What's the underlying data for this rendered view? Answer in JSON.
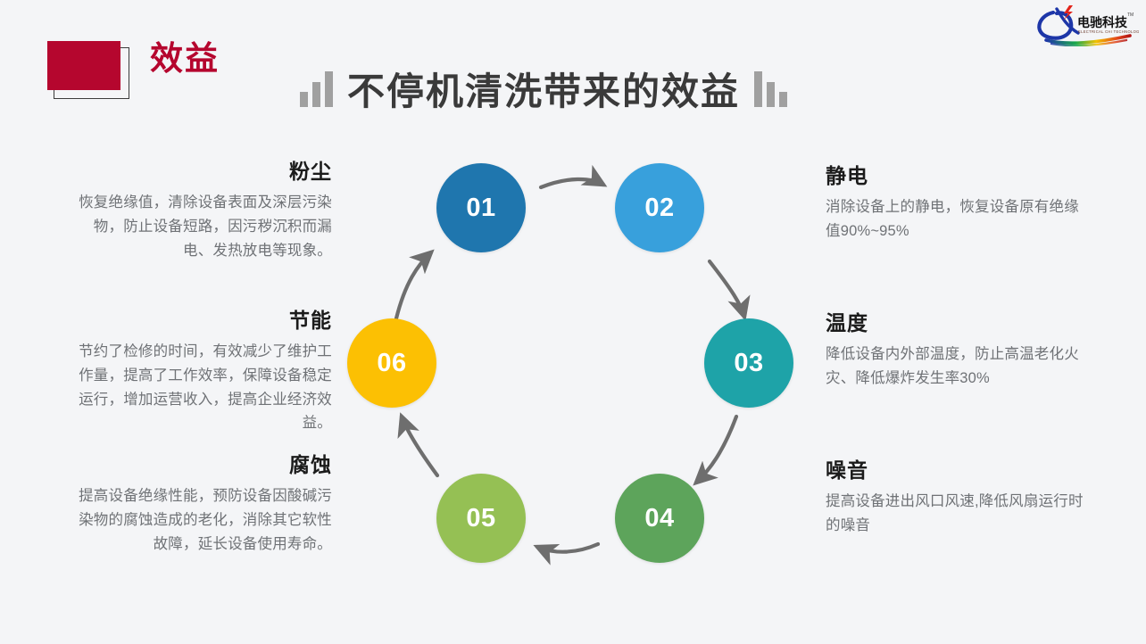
{
  "header": {
    "badge_label": "效益",
    "badge_color": "#b5062e",
    "title": "不停机清洗带来的效益",
    "title_color": "#3a3a3a",
    "decor_bars_left": "bar-chart-ascending-icon",
    "decor_bars_right": "bar-chart-descending-icon"
  },
  "logo": {
    "name": "dianchi-technology-logo",
    "cn_text": "电驰科技",
    "en_text": "ELECTRICAL CHI TECHNOLOGY",
    "trademark": "TM"
  },
  "diagram": {
    "type": "cycle",
    "nodes": [
      {
        "id": "01",
        "label": "01",
        "color": "#1f76ae"
      },
      {
        "id": "02",
        "label": "02",
        "color": "#38a0dc"
      },
      {
        "id": "03",
        "label": "03",
        "color": "#1ea3a8"
      },
      {
        "id": "04",
        "label": "04",
        "color": "#5da45b"
      },
      {
        "id": "05",
        "label": "05",
        "color": "#95c054"
      },
      {
        "id": "06",
        "label": "06",
        "color": "#fcc003"
      }
    ],
    "arrow_color": "#6e6e6e"
  },
  "blocks": {
    "dust": {
      "title": "粉尘",
      "body": "恢复绝缘值，清除设备表面及深层污染物，防止设备短路，因污秽沉积而漏电、发热放电等现象。"
    },
    "energy": {
      "title": "节能",
      "body": "节约了检修的时间，有效减少了维护工作量，提高了工作效率，保障设备稳定运行，增加运营收入，提高企业经济效益。"
    },
    "corrosion": {
      "title": "腐蚀",
      "body": "提高设备绝缘性能，预防设备因酸碱污染物的腐蚀造成的老化，消除其它软性故障，延长设备使用寿命。"
    },
    "static": {
      "title": "静电",
      "body": "消除设备上的静电，恢复设备原有绝缘值90%~95%"
    },
    "temperature": {
      "title": "温度",
      "body": "降低设备内外部温度，防止高温老化火灾、降低爆炸发生率30%"
    },
    "noise": {
      "title": "噪音",
      "body": "提高设备进出风口风速,降低风扇运行时的噪音"
    }
  }
}
